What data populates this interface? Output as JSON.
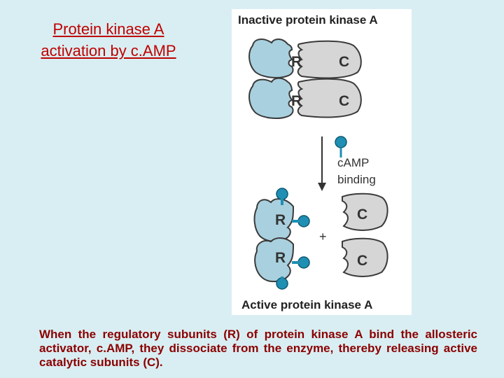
{
  "slide": {
    "title_line1": "Protein kinase A",
    "title_line2": "activation by c.AMP",
    "caption": "When the regulatory subunits (R) of protein kinase A bind the allosteric activator, c.AMP, they dissociate from the enzyme, thereby releasing active catalytic subunits (C)."
  },
  "figure": {
    "top_label": "Inactive protein kinase A",
    "bottom_label": "Active protein kinase A",
    "arrow_label_line1": "cAMP",
    "arrow_label_line2": "binding",
    "plus": "+",
    "r_letter": "R",
    "c_letter": "C",
    "colors": {
      "r_fill": "#a9d0de",
      "c_fill": "#d6d6d6",
      "camp_fill": "#1f8fb4",
      "outline": "#3a3a3a"
    }
  }
}
